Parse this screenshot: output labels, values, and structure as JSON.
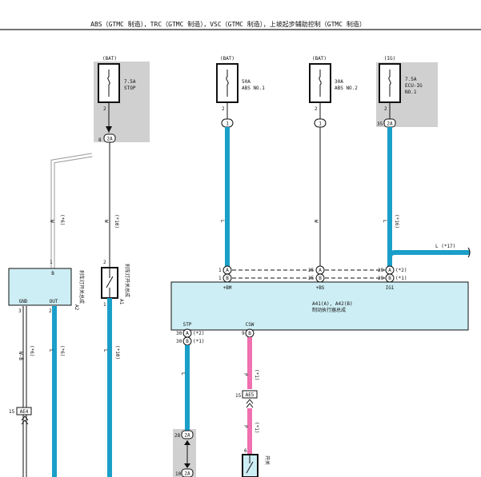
{
  "title": "ABS（GTMC 制造），TRC（GTMC 制造），VSC（GTMC 制造），上坡起步辅助控制（GTMC 制造）",
  "colors": {
    "wire_blue": "#1a9fc9",
    "wire_pink": "#f070b0",
    "shade": "#d0d0d0",
    "ecu_fill": "#cdeef4"
  },
  "fuses": [
    {
      "source": "(BAT)",
      "rating": "7.5A",
      "name": "STOP",
      "pin": "2",
      "conn_pin": "8",
      "conn": "2A"
    },
    {
      "source": "(BAT)",
      "rating": "50A",
      "name": "ABS NO.1",
      "pin": "2",
      "conn": "1"
    },
    {
      "source": "(BAT)",
      "rating": "30A",
      "name": "ABS NO.2",
      "pin": "2",
      "conn": "1"
    },
    {
      "source": "(IG)",
      "rating": "7.5A",
      "name_line1": "ECU-IG",
      "name_line2": "NO.1",
      "pin": "2",
      "conn_pin": "35",
      "conn": "2A"
    }
  ],
  "wires": {
    "w_left": "W",
    "w_left_code": "(*6)",
    "w_stop": "W",
    "w_stop_code": "(*10)",
    "l_abs1": "L",
    "w_abs2": "W",
    "l_ig": "L",
    "l_ig_code": "(*16)",
    "l_branch": "L (*17)",
    "wb_gnd": "W-B",
    "wb_gnd_code": "(*6)",
    "l_out": "L",
    "l_out_code": "(*6)",
    "l_sw": "L",
    "l_sw_code": "(*10)",
    "l_stp": "L",
    "p_csw": "P",
    "p_csw_code": "(*1)",
    "p_csw2": "P",
    "p_csw2_code": "(*1)"
  },
  "a2": {
    "pin_b": "1",
    "b": "B",
    "gnd": "GND",
    "out": "OUT",
    "pin_gnd": "3",
    "pin_out": "2",
    "id": "A2",
    "name": "刹车灯开关总成"
  },
  "a1": {
    "pin_top": "2",
    "pin_bottom": "1",
    "id": "A1",
    "name": "刹车灯开关总成"
  },
  "ecu": {
    "id": "A41(A), A42(B)",
    "name": "制动执行器总成",
    "pin_abs1_a": "1",
    "conn_a": "A",
    "pin_abs1_b": "1",
    "conn_b": "B",
    "term_abs1": "+BM",
    "pin_abs2_a": "25",
    "pin_abs2_b": "25",
    "term_abs2": "+BS",
    "pin_ig_a": "28",
    "code_ig_a": "(*2)",
    "pin_ig_b": "28",
    "code_ig_b": "(*1)",
    "term_ig": "IG1",
    "term_stp": "STP",
    "pin_stp_a": "30",
    "code_stp_a": "(*2)",
    "pin_stp_b": "30",
    "code_stp_b": "(*1)",
    "term_csw": "CSW",
    "pin_csw": "9"
  },
  "junctions": {
    "ae4_pin": "15",
    "ae4": "AE4",
    "ae5_pin": "15",
    "ae5": "AE5",
    "j2a_top_pin": "28",
    "j2a_top": "2A",
    "j2a_bot_pin": "10",
    "j2a_bot": "2A",
    "sw_pin": "6",
    "sw_name": "开关"
  }
}
